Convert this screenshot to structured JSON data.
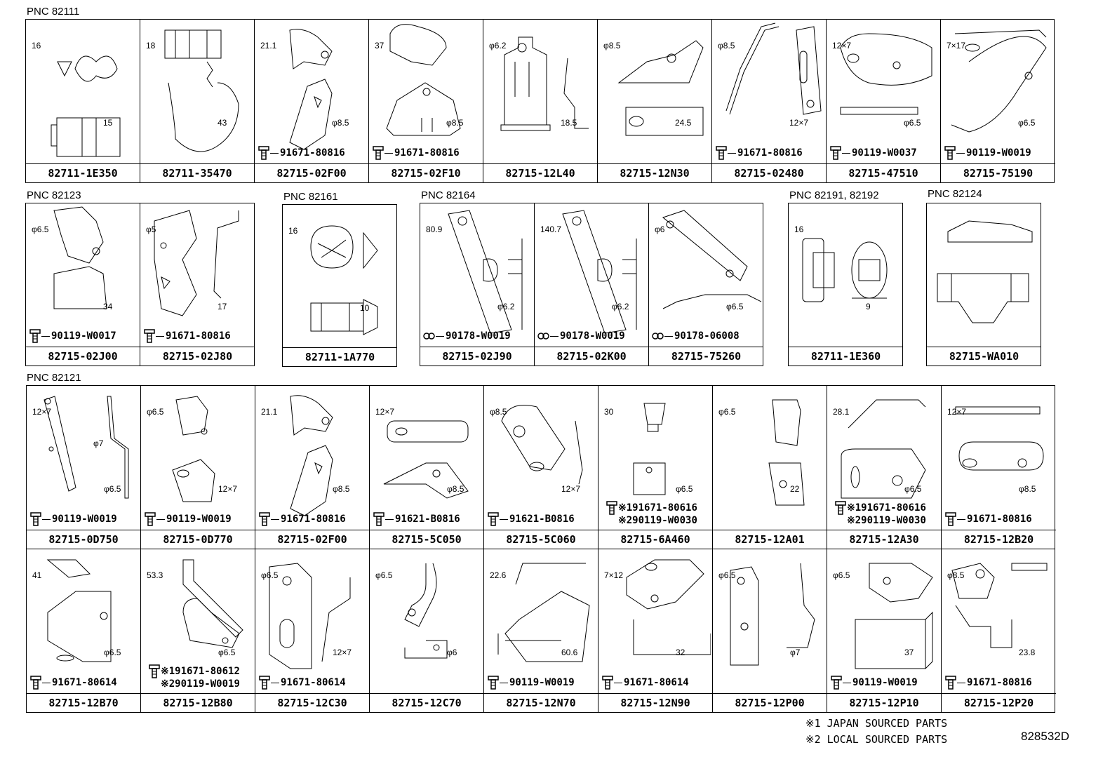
{
  "groups": [
    {
      "pnc": "PNC 82111",
      "cells": [
        {
          "part": "82711-1E350",
          "fasteners": [],
          "dims": [
            "16",
            "15"
          ],
          "fig": "clip"
        },
        {
          "part": "82711-35470",
          "fasteners": [],
          "dims": [
            "18",
            "43"
          ],
          "fig": "clip2"
        },
        {
          "part": "82715-02F00",
          "fasteners": [
            "91671-80816"
          ],
          "dims": [
            "21.1",
            "φ8.5"
          ],
          "fig": "bracket-a"
        },
        {
          "part": "82715-02F10",
          "fasteners": [
            "91671-80816"
          ],
          "dims": [
            "37",
            "φ8.5"
          ],
          "fig": "bracket-b"
        },
        {
          "part": "82715-12L40",
          "fasteners": [],
          "dims": [
            "φ6.2",
            "18.5"
          ],
          "fig": "holder"
        },
        {
          "part": "82715-12N30",
          "fasteners": [],
          "dims": [
            "φ8.5",
            "24.5"
          ],
          "fig": "bracket-c"
        },
        {
          "part": "82715-02480",
          "fasteners": [
            "91671-80816"
          ],
          "dims": [
            "φ8.5",
            "12×7"
          ],
          "fig": "strap"
        },
        {
          "part": "82715-47510",
          "fasteners": [
            "90119-W0037"
          ],
          "dims": [
            "12×7",
            "φ6.5"
          ],
          "fig": "plate"
        },
        {
          "part": "82715-75190",
          "fasteners": [
            "90119-W0019"
          ],
          "dims": [
            "7×17",
            "φ6.5"
          ],
          "fig": "long"
        }
      ]
    },
    {
      "pnc": "PNC 82123",
      "cells": [
        {
          "part": "82715-02J00",
          "fasteners": [
            "90119-W0017"
          ],
          "dims": [
            "φ6.5",
            "34"
          ],
          "fig": "bracket-d"
        },
        {
          "part": "82715-02J80",
          "fasteners": [
            "91671-80816"
          ],
          "dims": [
            "φ5",
            "17"
          ],
          "fig": "bracket-e"
        }
      ]
    },
    {
      "pnc": "PNC 82161",
      "cells": [
        {
          "part": "82711-1A770",
          "fasteners": [],
          "dims": [
            "16",
            "10"
          ],
          "fig": "clip3"
        }
      ]
    },
    {
      "pnc": "PNC 82164",
      "cells": [
        {
          "part": "82715-02J90",
          "fasteners": [
            "90178-W0019"
          ],
          "dims": [
            "80.9",
            "φ6.2"
          ],
          "fig": "arm"
        },
        {
          "part": "82715-02K00",
          "fasteners": [
            "90178-W0019"
          ],
          "dims": [
            "140.7",
            "φ6.2"
          ],
          "fig": "arm"
        },
        {
          "part": "82715-75260",
          "fasteners": [
            "90178-06008"
          ],
          "dims": [
            "φ6",
            "φ6.5"
          ],
          "fig": "arm2"
        }
      ]
    },
    {
      "pnc": "PNC 82191, 82192",
      "cells": [
        {
          "part": "82711-1E360",
          "fasteners": [],
          "dims": [
            "16",
            "9"
          ],
          "fig": "grommet"
        }
      ]
    },
    {
      "pnc": "PNC 82124",
      "cells": [
        {
          "part": "82715-WA010",
          "fasteners": [],
          "dims": [],
          "fig": "block"
        }
      ]
    },
    {
      "pnc": "PNC 82121",
      "cells": [
        {
          "part": "82715-0D750",
          "fasteners": [
            "90119-W0019"
          ],
          "dims": [
            "12×7",
            "φ6.5",
            "φ7"
          ],
          "fig": "rod"
        },
        {
          "part": "82715-0D770",
          "fasteners": [
            "90119-W0019"
          ],
          "dims": [
            "φ6.5",
            "12×7"
          ],
          "fig": "bracket-f"
        },
        {
          "part": "82715-02F00",
          "fasteners": [
            "91671-80816"
          ],
          "dims": [
            "21.1",
            "φ8.5"
          ],
          "fig": "bracket-a"
        },
        {
          "part": "82715-5C050",
          "fasteners": [
            "91621-B0816"
          ],
          "dims": [
            "12×7",
            "φ8.5"
          ],
          "fig": "plate2"
        },
        {
          "part": "82715-5C060",
          "fasteners": [
            "91621-B0816"
          ],
          "dims": [
            "φ8.5",
            "12×7"
          ],
          "fig": "bracket-g"
        },
        {
          "part": "82715-6A460",
          "fasteners": [
            "※191671-80616",
            "※290119-W0030"
          ],
          "dims": [
            "30",
            "φ6.5"
          ],
          "fig": "tab"
        },
        {
          "part": "82715-12A01",
          "fasteners": [],
          "dims": [
            "φ6.5",
            "22"
          ],
          "fig": "tab2"
        },
        {
          "part": "82715-12A30",
          "fasteners": [
            "※191671-80616",
            "※290119-W0030"
          ],
          "dims": [
            "28.1",
            "φ6.5"
          ],
          "fig": "cover"
        },
        {
          "part": "82715-12B20",
          "fasteners": [
            "91671-80816"
          ],
          "dims": [
            "12×7",
            "φ8.5"
          ],
          "fig": "plate3"
        },
        {
          "part": "82715-12B70",
          "fasteners": [
            "91671-80614"
          ],
          "dims": [
            "41",
            "φ6.5"
          ],
          "fig": "plate4"
        },
        {
          "part": "82715-12B80",
          "fasteners": [
            "※191671-80612",
            "※290119-W0019"
          ],
          "dims": [
            "53.3",
            "φ6.5"
          ],
          "fig": "frame"
        },
        {
          "part": "82715-12C30",
          "fasteners": [
            "91671-80614"
          ],
          "dims": [
            "φ6.5",
            "12×7"
          ],
          "fig": "plate5"
        },
        {
          "part": "82715-12C70",
          "fasteners": [],
          "dims": [
            "φ6.5",
            "φ6"
          ],
          "fig": "hook"
        },
        {
          "part": "82715-12N70",
          "fasteners": [
            "90119-W0019"
          ],
          "dims": [
            "22.6",
            "60.6"
          ],
          "fig": "bracket-h"
        },
        {
          "part": "82715-12N90",
          "fasteners": [
            "91671-80614"
          ],
          "dims": [
            "7×12",
            "32"
          ],
          "fig": "frame2"
        },
        {
          "part": "82715-12P00",
          "fasteners": [],
          "dims": [
            "φ6.5",
            "φ7"
          ],
          "fig": "bar"
        },
        {
          "part": "82715-12P10",
          "fasteners": [
            "90119-W0019"
          ],
          "dims": [
            "φ6.5",
            "37"
          ],
          "fig": "cover2"
        },
        {
          "part": "82715-12P20",
          "fasteners": [
            "91671-80816"
          ],
          "dims": [
            "φ8.5",
            "23.8"
          ],
          "fig": "frame3"
        }
      ]
    }
  ],
  "legend": [
    "※1  JAPAN SOURCED PARTS",
    "※2  LOCAL SOURCED PARTS"
  ],
  "drawing_no": "828532D"
}
